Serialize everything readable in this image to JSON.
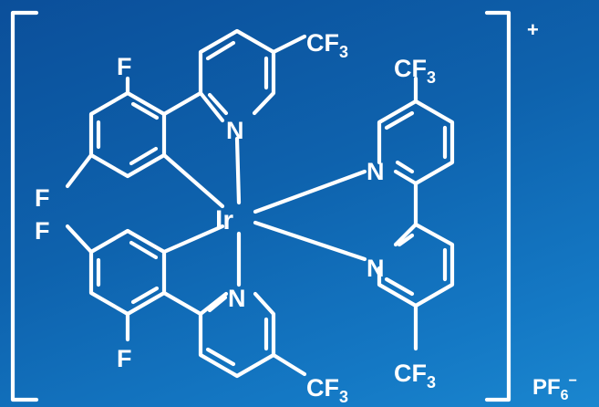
{
  "charge": "+",
  "counterion": {
    "base": "PF",
    "subscript": "6",
    "superscript": "−"
  },
  "metal": "Ir",
  "nitrogen": "N",
  "fluorine": "F",
  "cf3": {
    "base": "CF",
    "subscript": "3"
  },
  "colors": {
    "background_top": "#0b4f9a",
    "background_bottom": "#1a86cf",
    "ink": "#ffffff"
  }
}
